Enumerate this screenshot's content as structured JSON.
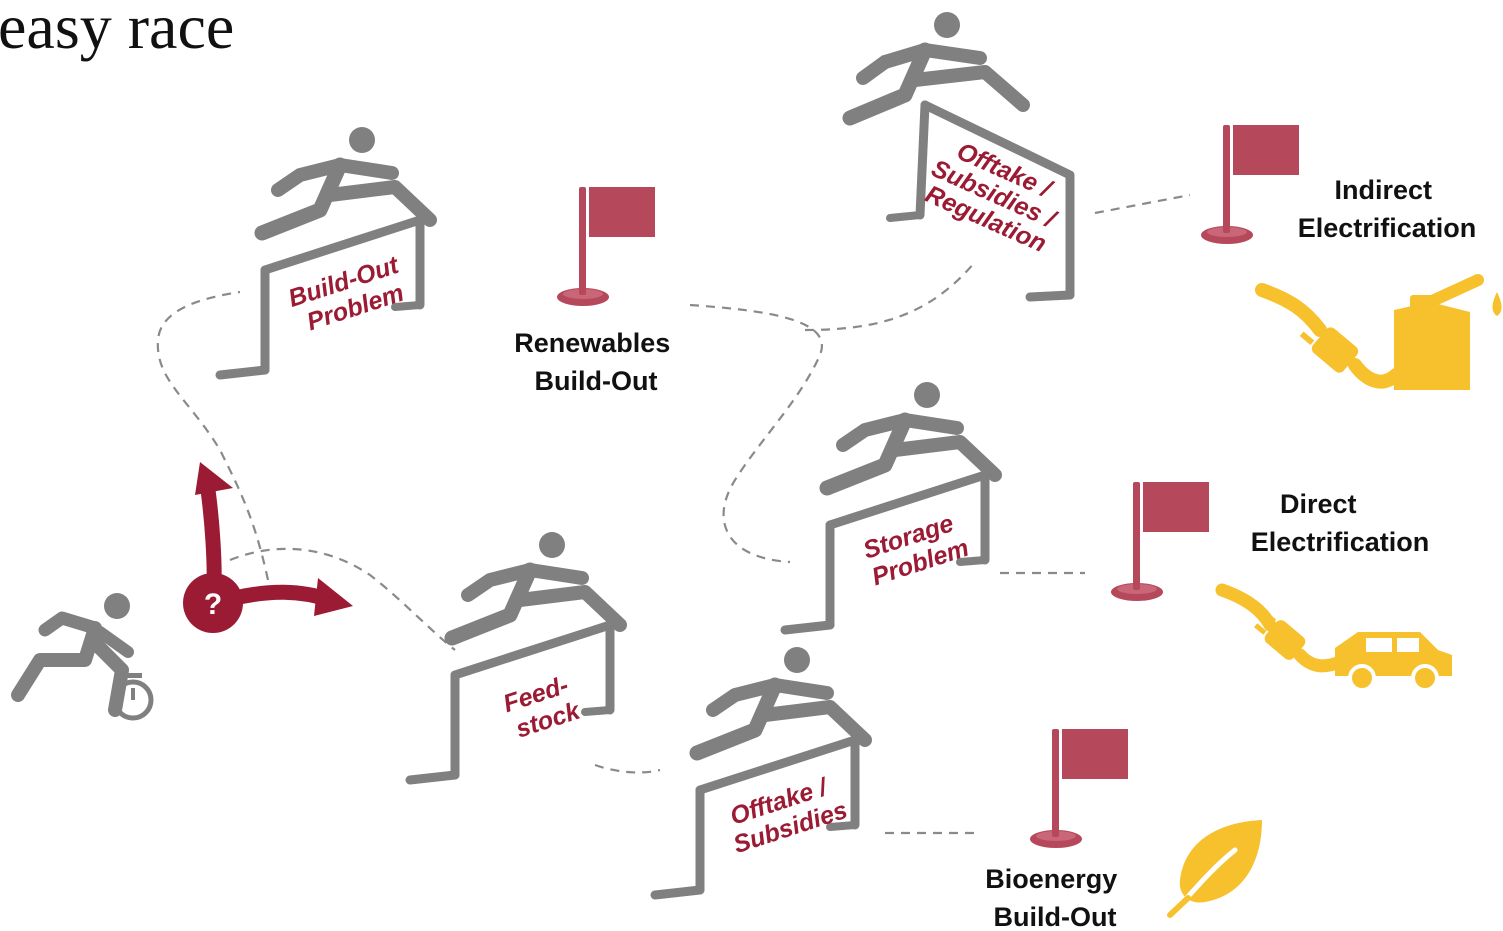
{
  "title": "easy race",
  "colors": {
    "grey": "#808080",
    "flag": "#b5485a",
    "hurdle_text": "#9b1b34",
    "dark_red": "#9b1b34",
    "yellow": "#f6c12d",
    "path": "#8a8a8a"
  },
  "start": {
    "icons": [
      "runner-start-icon",
      "stopwatch-icon"
    ],
    "choice_symbol": "?"
  },
  "hurdles": [
    {
      "id": "build-out",
      "lines": [
        "Build-Out",
        "Problem"
      ]
    },
    {
      "id": "feedstock",
      "lines": [
        "Feed-",
        "stock"
      ]
    },
    {
      "id": "offtake-reg",
      "lines": [
        "Offtake /",
        "Subsidies /",
        "Regulation"
      ]
    },
    {
      "id": "storage",
      "lines": [
        "Storage",
        "Problem"
      ]
    },
    {
      "id": "offtake",
      "lines": [
        "Offtake /",
        "Subsidies"
      ]
    }
  ],
  "goals": [
    {
      "id": "renewables",
      "lines": [
        "Renewables",
        "Build-Out"
      ],
      "icon": "flag-icon"
    },
    {
      "id": "indirect",
      "lines": [
        "Indirect",
        "Electrification"
      ],
      "icon": "plug-fuel-can-icon"
    },
    {
      "id": "direct",
      "lines": [
        "Direct",
        "Electrification"
      ],
      "icon": "plug-car-icon"
    },
    {
      "id": "bioenergy",
      "lines": [
        "Bioenergy",
        "Build-Out"
      ],
      "icon": "leaf-icon"
    }
  ]
}
